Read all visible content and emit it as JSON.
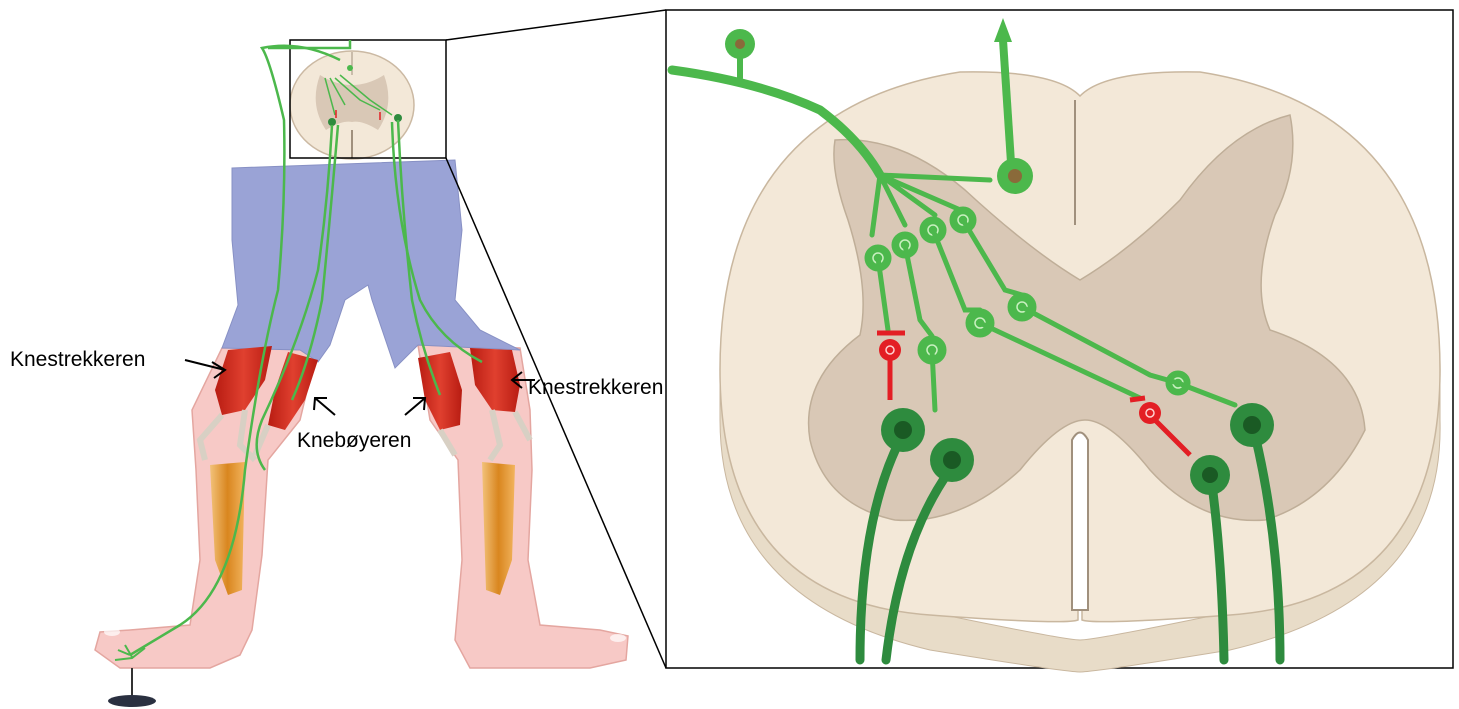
{
  "diagram": {
    "labels": {
      "left_extensor": "Knestrekkeren",
      "right_extensor": "Knestrekkeren",
      "flexor": "Knebøyeren"
    },
    "colors": {
      "excitatory_neuron": "#4cb84c",
      "motor_neuron": "#2e8b3e",
      "inhibitory_neuron": "#e31e24",
      "white_matter": "#f3e8d8",
      "grey_matter": "#d9c8b6",
      "pelvis": "#9aa3d6",
      "skin": "#f7c9c6",
      "muscle": "#d62d20",
      "bone": "#e8a33a"
    }
  }
}
